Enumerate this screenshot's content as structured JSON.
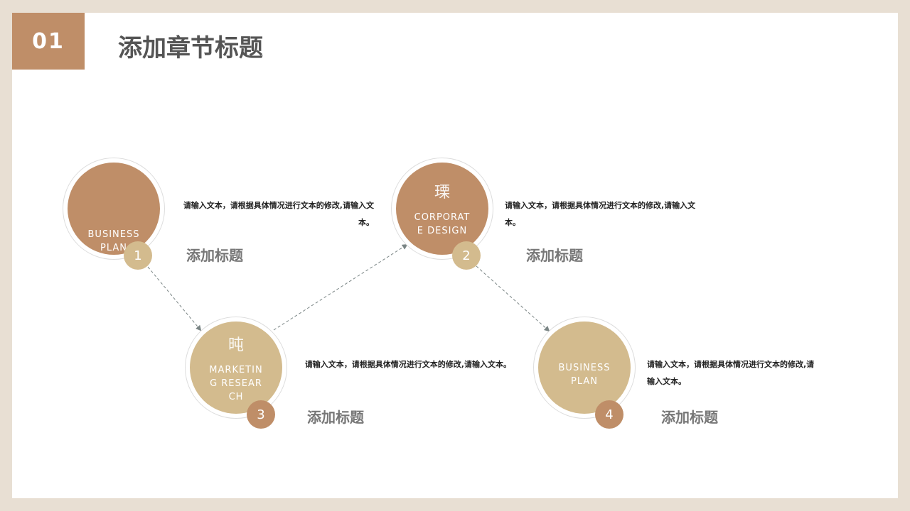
{
  "header": {
    "number": "01",
    "title": "添加章节标题"
  },
  "colors": {
    "brown": "#bf8e68",
    "gold": "#d3bb8e",
    "background": "#e8dfd3"
  },
  "items": [
    {
      "label": "BUSINESS PLAN",
      "glyph": "",
      "badge": "1",
      "desc": "请输入文本，请根据具体情况进行文本的修改,请输入文本。",
      "title": "添加标题"
    },
    {
      "label": "CORPORATE DESIGN",
      "glyph": "瑮",
      "badge": "2",
      "desc": "请输入文本，请根据具体情况进行文本的修改,请输入文本。",
      "title": "添加标题"
    },
    {
      "label": "MARKETING RESEARCH",
      "glyph": "旽",
      "badge": "3",
      "desc": "请输入文本，请根据具体情况进行文本的修改,请输入文本。",
      "title": "添加标题"
    },
    {
      "label": "BUSINESS PLAN",
      "glyph": "",
      "badge": "4",
      "desc": "请输入文本，请根据具体情况进行文本的修改,请输入文本。",
      "title": "添加标题"
    }
  ]
}
